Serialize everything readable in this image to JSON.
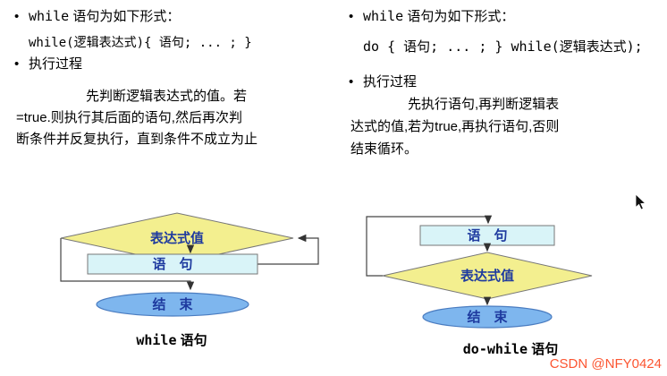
{
  "left": {
    "bullet_icon": "•",
    "bullet1_code": "while",
    "bullet1_text": " 语句为如下形式：",
    "code_line": "while(逻辑表达式){ 语句; ... ; }",
    "bullet2": "执行过程",
    "paragraph": "先判断逻辑表达式的值。若\n=true.则执行其后面的语句,然后再次判\n断条件并反复执行，直到条件不成立为止",
    "flowchart": {
      "decision": "表达式值",
      "process": "语　句",
      "terminal": "结　束",
      "caption_code": "while",
      "caption_text": " 语句"
    }
  },
  "right": {
    "bullet_icon": "•",
    "bullet1_code": "while",
    "bullet1_text": " 语句为如下形式：",
    "code_line": "do { 语句; ... ; } while(逻辑表达式);",
    "bullet2": "执行过程",
    "paragraph": "先执行语句,再判断逻辑表\n达式的值,若为true,再执行语句,否则\n结束循环。",
    "flowchart": {
      "process": "语　句",
      "decision": "表达式值",
      "terminal": "结　束",
      "caption_code": "do-while",
      "caption_text": " 语句"
    }
  },
  "watermark": "CSDN @NFY0424",
  "colors": {
    "decision_fill": "#F3EF8F",
    "process_fill": "#D9F4F8",
    "terminal_fill": "#7EB6EE",
    "shape_text": "#1E3A9F",
    "line": "#444444",
    "watermark": "#FC5531"
  }
}
